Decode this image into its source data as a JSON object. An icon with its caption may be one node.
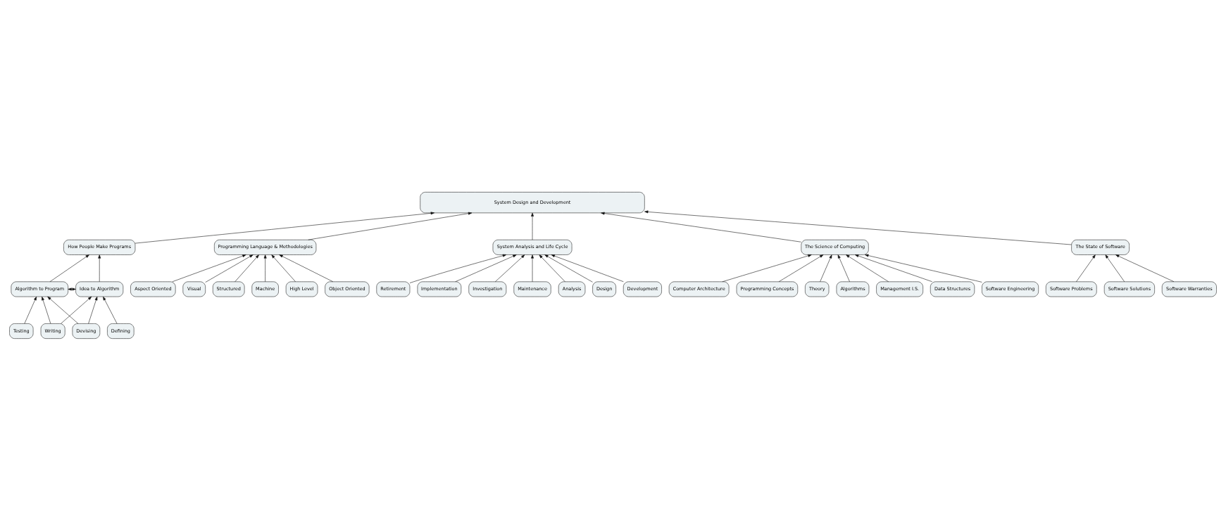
{
  "diagram": {
    "nodes": [
      {
        "text": [
          "System Design and Development"
        ]
      },
      {
        "text": [
          "How People Make Programs"
        ]
      },
      {
        "text": [
          "Programming Language & Methodologies"
        ]
      },
      {
        "text": [
          "Idea to Algorithm"
        ]
      },
      {
        "text": [
          "Algorithm to Program"
        ]
      },
      {
        "text": [
          "Defining"
        ]
      },
      {
        "text": [
          "Devising"
        ]
      },
      {
        "text": [
          "Writing"
        ]
      },
      {
        "text": [
          "Testing"
        ]
      },
      {
        "text": [
          "Machine"
        ]
      },
      {
        "text": [
          "High Level"
        ]
      },
      {
        "text": [
          "Object Oriented"
        ]
      },
      {
        "text": [
          "Aspect Oriented"
        ]
      },
      {
        "text": [
          "Visual"
        ]
      },
      {
        "text": [
          "Structured"
        ]
      },
      {
        "text": [
          "System Analysis and Life Cycle"
        ]
      },
      {
        "text": [
          "The Science of Computing"
        ]
      },
      {
        "text": [
          "The State of Software"
        ]
      },
      {
        "text": [
          "Investigation"
        ]
      },
      {
        "text": [
          "Theory"
        ]
      },
      {
        "text": [
          "Algorithms"
        ]
      },
      {
        "text": [
          "Management I.S."
        ]
      },
      {
        "text": [
          "Data Structures"
        ]
      },
      {
        "text": [
          "Software Problems"
        ]
      },
      {
        "text": [
          "Software Solutions"
        ]
      },
      {
        "text": [
          "Software Warranties"
        ]
      },
      {
        "text": [
          "Maintenance"
        ]
      },
      {
        "text": [
          "Analysis"
        ]
      },
      {
        "text": [
          "Design"
        ]
      },
      {
        "text": [
          "Development"
        ]
      },
      {
        "text": [
          "Retirement"
        ]
      },
      {
        "text": [
          "Implementation"
        ]
      },
      {
        "text": [
          "Software Engineering"
        ]
      },
      {
        "text": [
          "Computer Architecture"
        ]
      },
      {
        "text": [
          "Programming Concepts"
        ]
      }
    ],
    "edges": [
      {
        "from": 1,
        "to": 0,
        "arrow": "to"
      },
      {
        "from": 15,
        "to": 0,
        "arrow": "to"
      },
      {
        "from": 16,
        "to": 0,
        "arrow": "to"
      },
      {
        "from": 17,
        "to": 0,
        "arrow": "to"
      },
      {
        "from": 2,
        "to": 0,
        "arrow": "to"
      },
      {
        "from": 3,
        "to": 1,
        "arrow": "to"
      },
      {
        "from": 4,
        "to": 1,
        "arrow": "to"
      },
      {
        "from": 3,
        "to": 4,
        "arrow": "both"
      },
      {
        "from": 5,
        "to": 3,
        "arrow": "to"
      },
      {
        "from": 6,
        "to": 3,
        "arrow": "to"
      },
      {
        "from": 6,
        "to": 4,
        "arrow": "to"
      },
      {
        "from": 7,
        "to": 3,
        "arrow": "to"
      },
      {
        "from": 7,
        "to": 4,
        "arrow": "to"
      },
      {
        "from": 8,
        "to": 4,
        "arrow": "to"
      },
      {
        "from": 9,
        "to": 2,
        "arrow": "to"
      },
      {
        "from": 10,
        "to": 2,
        "arrow": "to"
      },
      {
        "from": 11,
        "to": 2,
        "arrow": "to"
      },
      {
        "from": 12,
        "to": 2,
        "arrow": "to"
      },
      {
        "from": 13,
        "to": 2,
        "arrow": "to"
      },
      {
        "from": 14,
        "to": 2,
        "arrow": "to"
      },
      {
        "from": 18,
        "to": 15,
        "arrow": "to"
      },
      {
        "from": 29,
        "to": 15,
        "arrow": "to"
      },
      {
        "from": 27,
        "to": 15,
        "arrow": "to"
      },
      {
        "from": 31,
        "to": 15,
        "arrow": "to"
      },
      {
        "from": 28,
        "to": 15,
        "arrow": "to"
      },
      {
        "from": 30,
        "to": 15,
        "arrow": "to"
      },
      {
        "from": 26,
        "to": 15,
        "arrow": "to"
      },
      {
        "from": 19,
        "to": 16,
        "arrow": "to"
      },
      {
        "from": 20,
        "to": 16,
        "arrow": "to"
      },
      {
        "from": 33,
        "to": 16,
        "arrow": "to"
      },
      {
        "from": 21,
        "to": 16,
        "arrow": "to"
      },
      {
        "from": 34,
        "to": 16,
        "arrow": "to"
      },
      {
        "from": 32,
        "to": 16,
        "arrow": "to"
      },
      {
        "from": 22,
        "to": 16,
        "arrow": "to"
      },
      {
        "from": 23,
        "to": 17,
        "arrow": "to"
      },
      {
        "from": 24,
        "to": 17,
        "arrow": "to"
      },
      {
        "from": 25,
        "to": 17,
        "arrow": "to"
      }
    ]
  }
}
